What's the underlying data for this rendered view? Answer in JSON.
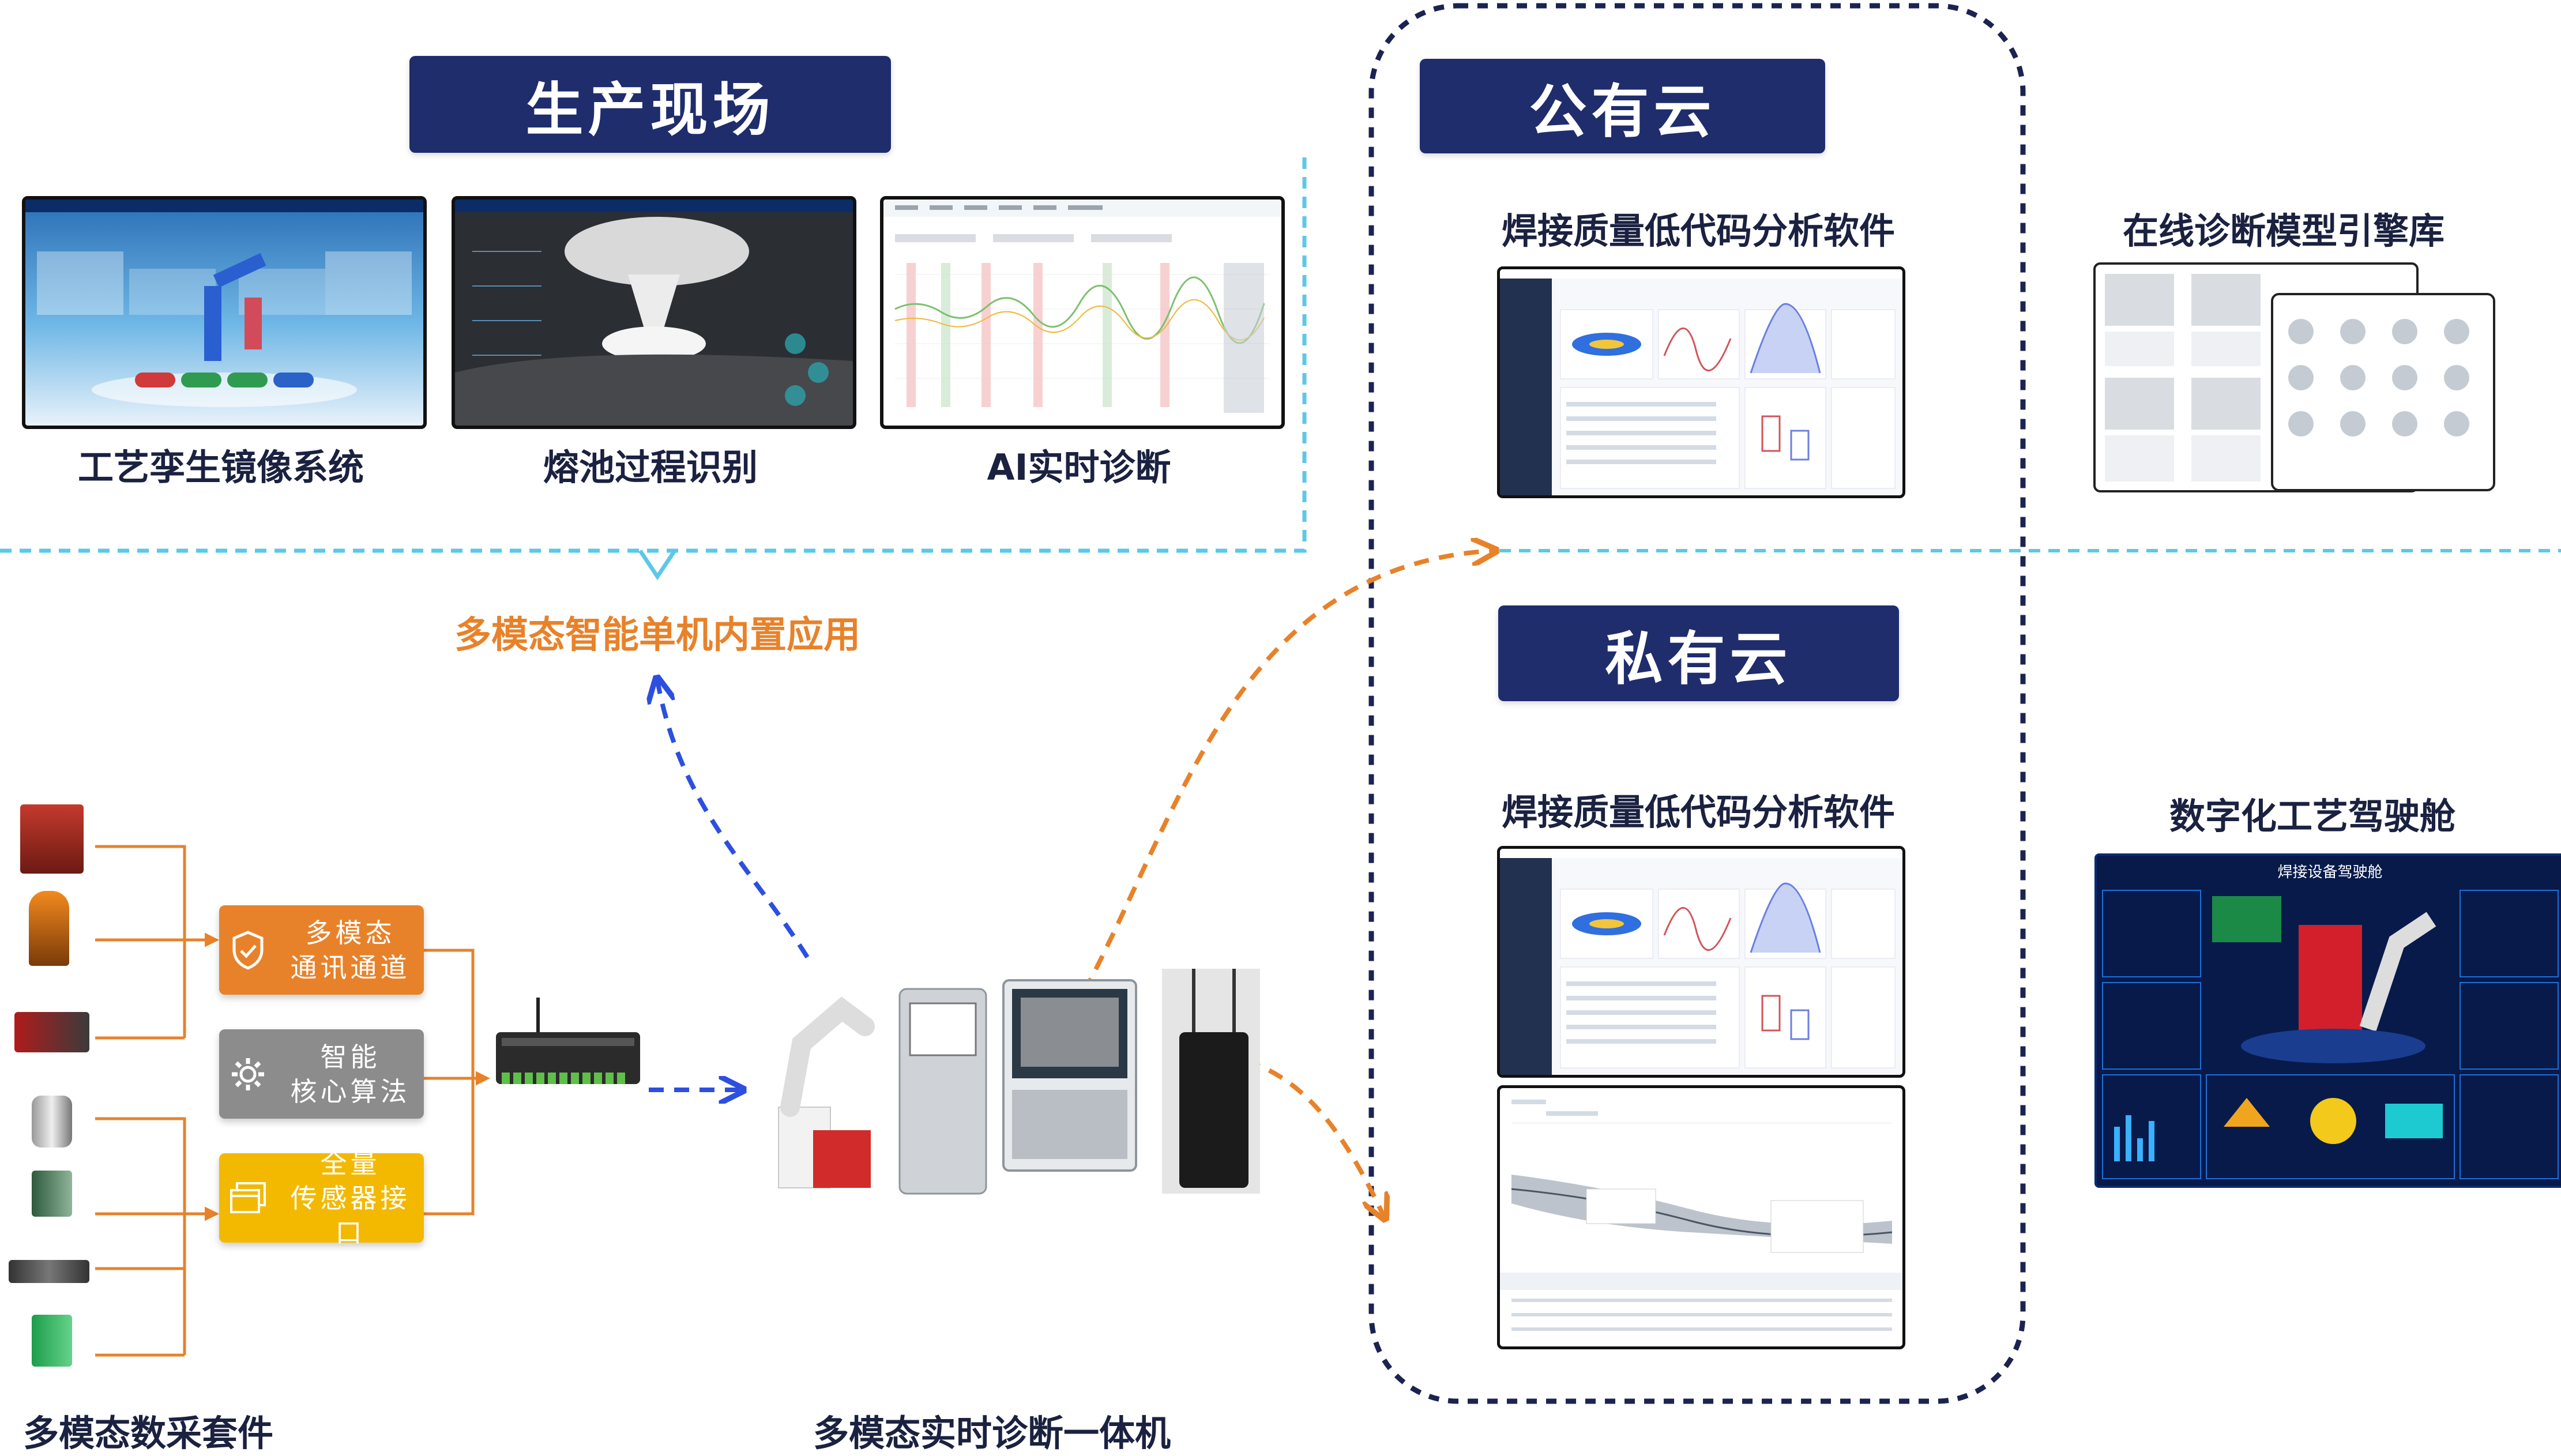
{
  "sections": {
    "production": "生产现场",
    "public_cloud": "公有云",
    "private_cloud": "私有云"
  },
  "production_apps": [
    {
      "label": "工艺孪生镜像系统"
    },
    {
      "label": "熔池过程识别"
    },
    {
      "label": "AI实时诊断"
    }
  ],
  "embedded_app_label": "多模态智能单机内置应用",
  "modules": {
    "comm": "多模态\n通讯通道",
    "algo": "智能\n核心算法",
    "sensor": "全量\n传感器接口"
  },
  "bottom_labels": {
    "daq_kit": "多模态数采套件",
    "diag_machine": "多模态实时诊断一体机"
  },
  "public_cloud": {
    "software_label": "焊接质量低代码分析软件",
    "engine_label": "在线诊断模型引擎库"
  },
  "private_cloud": {
    "software_label": "焊接质量低代码分析软件",
    "cockpit_label": "数字化工艺驾驶舱",
    "cockpit_title": "焊接设备驾驶舱"
  },
  "colors": {
    "banner": "#1f2d6d",
    "orange": "#e8822a",
    "blue_arrow": "#2c4fe0",
    "cyan_dash": "#5cc8e8",
    "module_orange": "#e8822a",
    "module_gray": "#8c8c8c",
    "module_yellow": "#f2b900",
    "dark_dash": "#1b2350"
  }
}
